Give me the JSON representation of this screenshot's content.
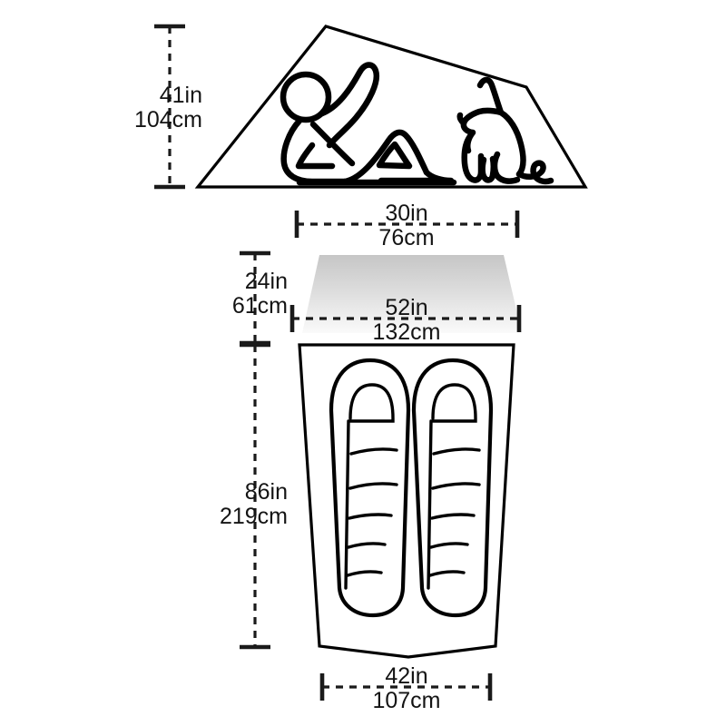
{
  "diagram": {
    "title": "Tent Dimensions",
    "units": {
      "primary": "in",
      "secondary": "cm"
    },
    "colors": {
      "line": "#000000",
      "text": "#141414",
      "dimension_line": "#1a1a1a",
      "vestibule_top": "#c6c6c6",
      "vestibule_bottom": "#fafafa",
      "background": "#ffffff"
    },
    "views": {
      "profile": {
        "name": "side-elevation",
        "occupants": [
          "person-reclining",
          "dog-sitting"
        ]
      },
      "plan": {
        "name": "floor-plan",
        "occupants": [
          "sleeping-bag-left",
          "sleeping-bag-right"
        ],
        "vestibule": "awning-trapezoid"
      }
    }
  },
  "dimensions": {
    "peak_height": {
      "label": "peak-height",
      "orientation": "vertical",
      "imperial": "41in",
      "metric": "104cm"
    },
    "vestibule_top_width": {
      "label": "vestibule-top-width",
      "orientation": "horizontal",
      "imperial": "30in",
      "metric": "76cm"
    },
    "vestibule_depth": {
      "label": "vestibule-depth",
      "orientation": "vertical",
      "imperial": "24in",
      "metric": "61cm"
    },
    "vestibule_bottom_width": {
      "label": "vestibule-bottom-width",
      "orientation": "horizontal",
      "imperial": "52in",
      "metric": "132cm"
    },
    "floor_length": {
      "label": "floor-length",
      "orientation": "vertical",
      "imperial": "86in",
      "metric": "219cm"
    },
    "floor_foot_width": {
      "label": "floor-foot-width",
      "orientation": "horizontal",
      "imperial": "42in",
      "metric": "107cm"
    }
  }
}
